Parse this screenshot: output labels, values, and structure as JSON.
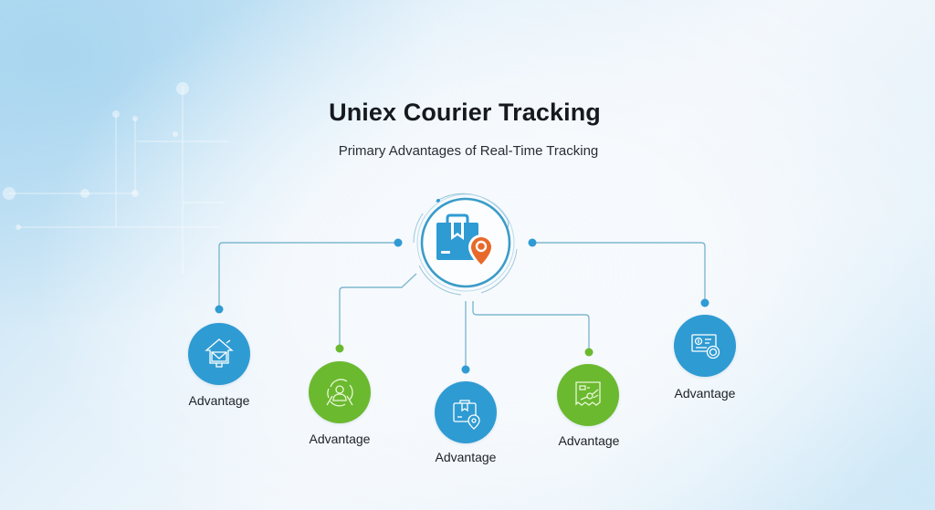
{
  "header": {
    "title": "Uniex Courier Tracking",
    "subtitle": "Primary Advantages of Real-Time Tracking"
  },
  "hub": {
    "icon": "package-with-location-pin-icon",
    "colors": {
      "box": "#2f9bd3",
      "pin": "#e8692a",
      "ring": "#3a9cc8"
    }
  },
  "nodes": [
    {
      "label": "Advantage",
      "icon": "house-mail-icon",
      "color": "#2f9bd3"
    },
    {
      "label": "Advantage",
      "icon": "user-cycle-icon",
      "color": "#6bb92f"
    },
    {
      "label": "Advantage",
      "icon": "package-location-icon",
      "color": "#2f9bd3"
    },
    {
      "label": "Advantage",
      "icon": "receipt-tracking-icon",
      "color": "#6bb92f"
    },
    {
      "label": "Advantage",
      "icon": "payment-card-icon",
      "color": "#2f9bd3"
    }
  ],
  "colors": {
    "connector_line": "#7fb8cf",
    "dot_blue": "#2f9bd3",
    "dot_green": "#6bb92f",
    "title": "#16191f"
  }
}
